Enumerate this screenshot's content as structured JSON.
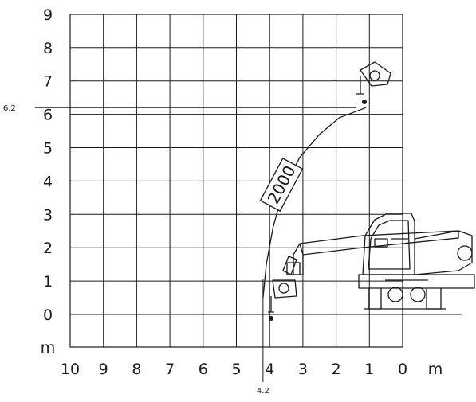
{
  "chart_data": {
    "type": "line",
    "x_axis": {
      "unit": "m",
      "reversed": true,
      "range": [
        0,
        10
      ],
      "ticks": [
        "10",
        "9",
        "8",
        "7",
        "6",
        "5",
        "4",
        "3",
        "2",
        "1",
        "0"
      ]
    },
    "y_axis": {
      "unit": "m",
      "range": [
        0,
        9
      ],
      "ticks": [
        "0",
        "1",
        "2",
        "3",
        "4",
        "5",
        "6",
        "7",
        "8",
        "9"
      ]
    },
    "grid": true,
    "series": [
      {
        "label": "2000",
        "x": [
          4.2,
          4.1,
          3.9,
          3.6,
          3.1,
          2.5,
          1.9,
          1.1
        ],
        "y": [
          0.5,
          1.5,
          2.6,
          3.7,
          4.7,
          5.4,
          5.9,
          6.2
        ]
      }
    ],
    "reference_lines": {
      "horizontal": {
        "value": 6.2,
        "label": "6.2"
      },
      "vertical": {
        "value": 4.2,
        "label": "4.2"
      }
    },
    "load_label": "2000"
  },
  "colors": {
    "line": "#1a1a1a",
    "background": "#ffffff"
  }
}
